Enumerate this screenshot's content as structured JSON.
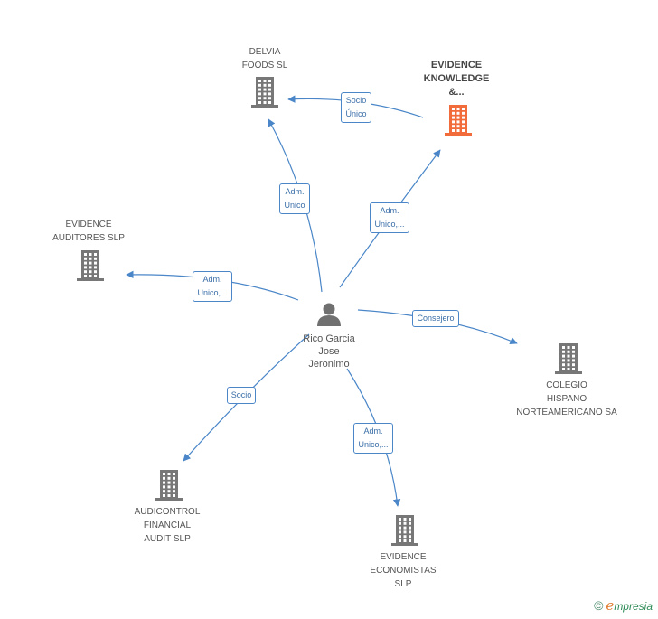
{
  "colors": {
    "edge": "#4a86c8",
    "building": "#777777",
    "building_highlight": "#f26b3a",
    "person": "#707070"
  },
  "center": {
    "label": "Rico Garcia\nJose\nJeronimo"
  },
  "companies": [
    {
      "id": "delvia",
      "label": "DELVIA\nFOODS SL",
      "highlight": false
    },
    {
      "id": "evidence-knowledge",
      "label": "EVIDENCE\nKNOWLEDGE\n&...",
      "highlight": true
    },
    {
      "id": "evidence-auditores",
      "label": "EVIDENCE\nAUDITORES SLP",
      "highlight": false
    },
    {
      "id": "colegio",
      "label": "COLEGIO\nHISPANO\nNORTEAMERICANO SA",
      "highlight": false
    },
    {
      "id": "audicontrol",
      "label": "AUDICONTROL\nFINANCIAL\nAUDIT SLP",
      "highlight": false
    },
    {
      "id": "evidence-economistas",
      "label": "EVIDENCE\nECONOMISTAS\nSLP",
      "highlight": false
    }
  ],
  "edges": [
    {
      "from": "center",
      "to": "delvia",
      "label": "Adm.\nUnico"
    },
    {
      "from": "center",
      "to": "evidence-knowledge",
      "label": "Adm.\nUnico,..."
    },
    {
      "from": "center",
      "to": "evidence-auditores",
      "label": "Adm.\nUnico,..."
    },
    {
      "from": "center",
      "to": "colegio",
      "label": "Consejero"
    },
    {
      "from": "center",
      "to": "audicontrol",
      "label": "Socio"
    },
    {
      "from": "center",
      "to": "evidence-economistas",
      "label": "Adm.\nUnico,..."
    },
    {
      "from": "evidence-knowledge",
      "to": "delvia",
      "label": "Socio\nÚnico"
    }
  ],
  "brand": {
    "copyright": "©",
    "initial": "e",
    "rest": "mpresia"
  }
}
